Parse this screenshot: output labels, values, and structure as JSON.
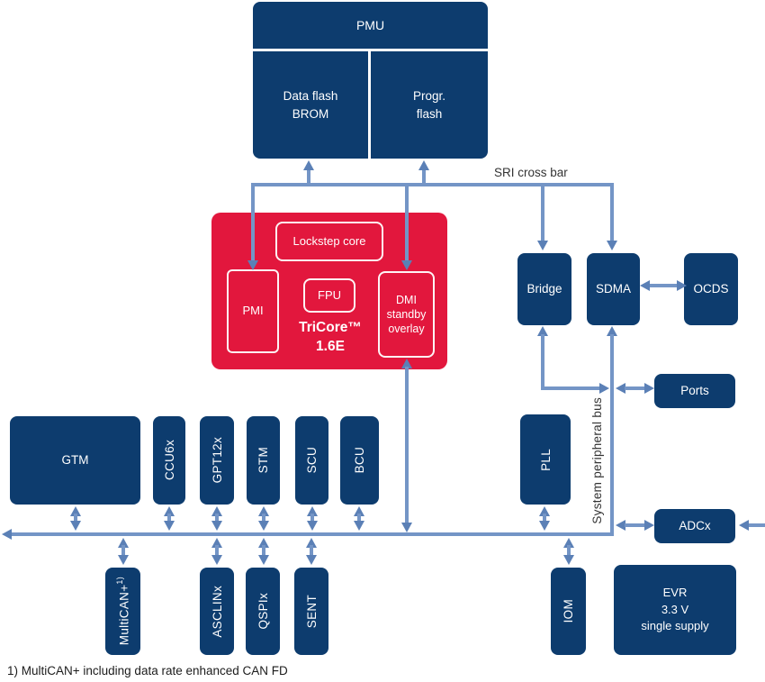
{
  "colors": {
    "navy": "#0d3c6e",
    "red": "#e2173d",
    "bus_line": "#7495c6",
    "arrowhead": "#5b80b6"
  },
  "labels": {
    "sri_bus": "SRI cross bar",
    "peripheral_bus": "System peripheral bus",
    "footnote": "1) MultiCAN+ including data rate enhanced CAN FD"
  },
  "blocks": {
    "pmu": "PMU",
    "data_flash": "Data flash\nBROM",
    "progr_flash": "Progr.\nflash",
    "lockstep": "Lockstep core",
    "pmi": "PMI",
    "fpu": "FPU",
    "tricore": "TriCore™\n1.6E",
    "dmi": "DMI\nstandby\noverlay",
    "bridge": "Bridge",
    "sdma": "SDMA",
    "ocds": "OCDS",
    "ports": "Ports",
    "pll": "PLL",
    "adcx": "ADCx",
    "gtm": "GTM",
    "ccu6x": "CCU6x",
    "gpt12x": "GPT12x",
    "stm": "STM",
    "scu": "SCU",
    "bcu": "BCU",
    "multican": "MultiCAN+",
    "multican_sup": "1)",
    "asclinx": "ASCLINx",
    "qspix": "QSPIx",
    "sent": "SENT",
    "iom": "IOM",
    "evr": "EVR\n3.3 V\nsingle supply"
  }
}
